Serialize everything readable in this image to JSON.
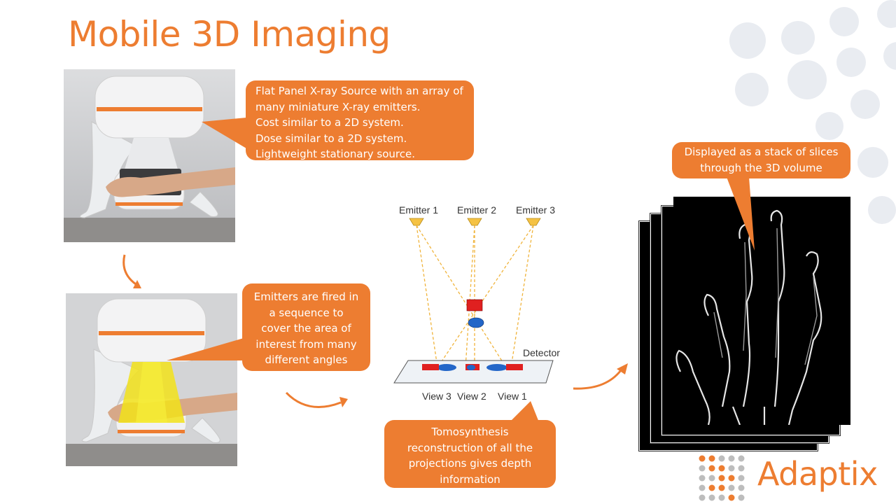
{
  "slide": {
    "title": "Mobile 3D Imaging",
    "accent": "#ED7D31"
  },
  "callouts": {
    "source_lines": [
      "Flat Panel X-ray Source with an array of",
      "many miniature X-ray emitters.",
      "Cost similar to a 2D system.",
      "Dose similar to a 2D system.",
      "Lightweight stationary source."
    ],
    "emitters_lines": [
      "Emitters are fired in",
      "a sequence to",
      "cover the area of",
      "interest from many",
      "different angles"
    ],
    "tomo_lines": [
      "Tomosynthesis",
      "reconstruction of all the",
      "projections gives depth",
      "information"
    ],
    "slices_lines": [
      "Displayed as a stack of slices",
      "through the 3D volume"
    ]
  },
  "diagram": {
    "emitters": [
      "Emitter 1",
      "Emitter 2",
      "Emitter 3"
    ],
    "detector_label": "Detector",
    "views": [
      "View 3",
      "View 2",
      "View 1"
    ]
  },
  "logo": {
    "text": "Adaptix"
  }
}
